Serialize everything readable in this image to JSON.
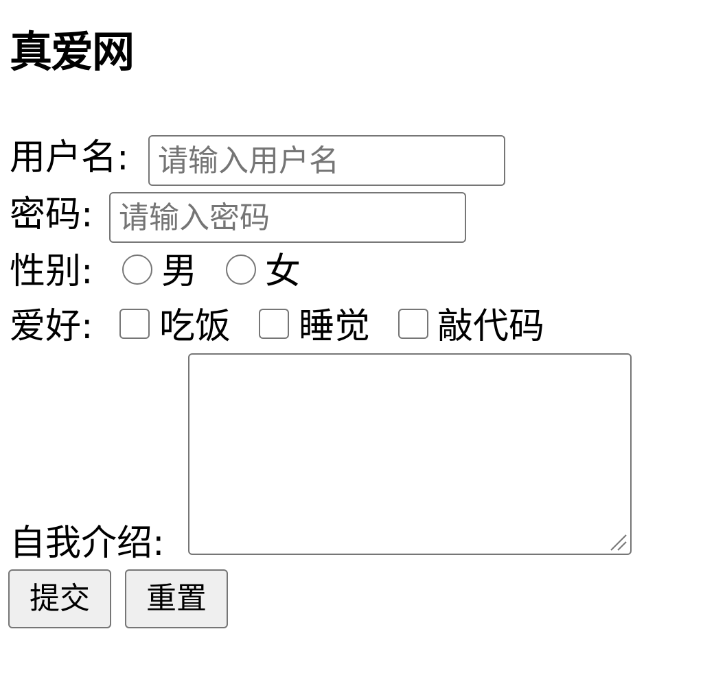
{
  "page": {
    "title": "真爱网"
  },
  "form": {
    "username": {
      "label": "用户名:",
      "value": "",
      "placeholder": "请输入用户名"
    },
    "password": {
      "label": "密码:",
      "value": "",
      "placeholder": "请输入密码"
    },
    "gender": {
      "label": "性别:",
      "options": [
        {
          "label": "男",
          "selected": false
        },
        {
          "label": "女",
          "selected": false
        }
      ]
    },
    "hobbies": {
      "label": "爱好:",
      "options": [
        {
          "label": "吃饭",
          "checked": false
        },
        {
          "label": "睡觉",
          "checked": false
        },
        {
          "label": "敲代码",
          "checked": false
        }
      ]
    },
    "intro": {
      "label": "自我介绍:",
      "value": ""
    },
    "buttons": {
      "submit_label": "提交",
      "reset_label": "重置"
    }
  }
}
